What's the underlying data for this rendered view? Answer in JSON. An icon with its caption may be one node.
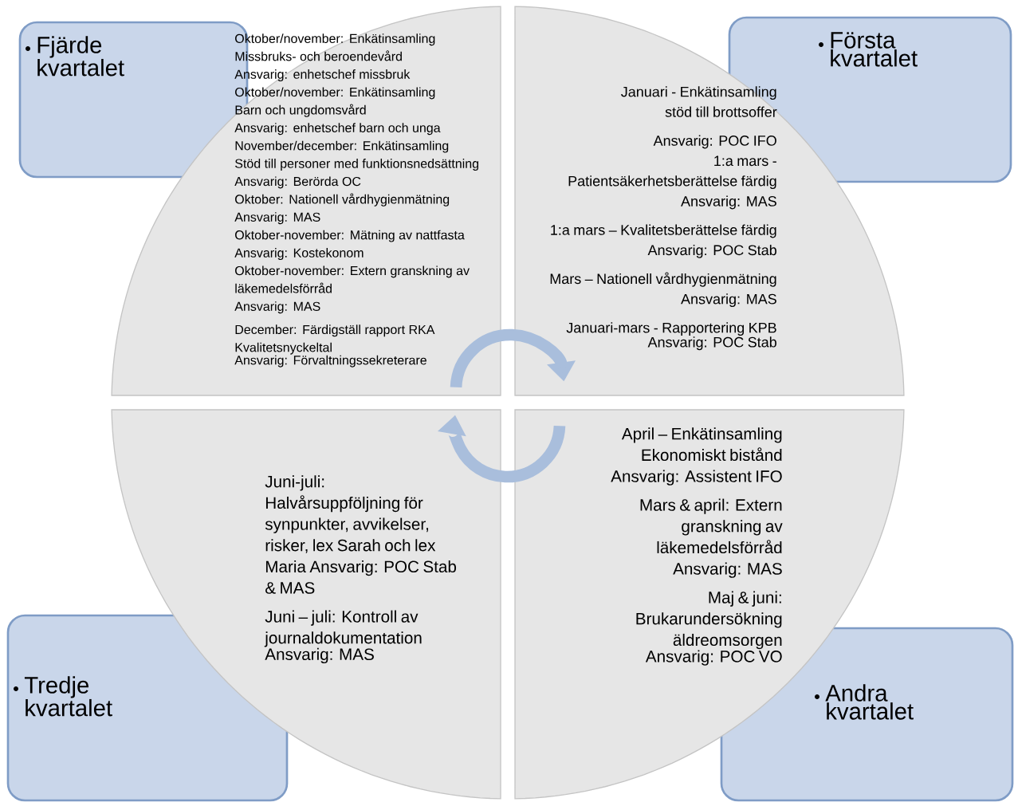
{
  "diagram": {
    "nodes": [
      {
        "text": [
          "Fjärde kvartalet"
        ]
      },
      {
        "text": [
          "Oktober/november: Enkätinsamling",
          "Missbruks- och beroendevård",
          "Ansvarig: enhetschef missbruk",
          "Oktober/november: Enkätinsamling",
          "Barn och ungdomsvård",
          "Ansvarig: enhetschef barn och unga",
          "November/december: Enkätinsamling",
          "Stöd till personer med funktionsnedsättning",
          "Ansvarig: Berörda OC",
          "Oktober: Nationell vårdhygienmätning",
          "Ansvarig: MAS",
          "Oktober-november: Mätning av nattfasta",
          "Ansvarig: Kostekonom",
          "Oktober-november: Extern granskning av läkemedelsförråd",
          "Ansvarig: MAS",
          "December: Färdigställ rapport RKA Kvalitetsnyckeltal",
          "Ansvarig: Förvaltningssekreterare"
        ]
      },
      {
        "text": [
          "Januari - Enkätinsamling stöd till brottsoffer",
          "Ansvarig: POC IFO",
          "1:a mars - Patientsäkerhetsberättelse färdig",
          "Ansvarig: MAS",
          "1:a mars – Kvalitetsberättelse färdig",
          "Ansvarig: POC Stab",
          "Mars – Nationell vårdhygienmätning",
          "Ansvarig: MAS",
          "Januari-mars - Rapportering KPB",
          "Ansvarig: POC Stab"
        ]
      },
      {
        "text": [
          "Första kvartalet"
        ]
      },
      {
        "text": [
          "Juni-juli: Halvårsuppföljning för synpunkter, avvikelser, risker, lex Sarah och lex Maria Ansvarig: POC Stab & MAS",
          "Juni – juli: Kontroll av journaldokumentation",
          "Ansvarig: MAS"
        ]
      },
      {
        "text": [
          "April – Enkätinsamling Ekonomiskt bistånd",
          "Ansvarig: Assistent IFO",
          "Mars & april: Extern granskning av läkemedelsförråd",
          "Ansvarig: MAS",
          "Maj & juni: Brukarundersökning äldreomsorgen",
          "Ansvarig: POC VO"
        ]
      },
      {
        "text": [
          "Tredje kvartalet"
        ]
      },
      {
        "text": [
          "Andra kvartalet"
        ]
      }
    ],
    "edges": [
      {
        "from": 1,
        "to": 2,
        "arrow": "to"
      },
      {
        "from": 5,
        "to": 4,
        "arrow": "to"
      }
    ]
  }
}
